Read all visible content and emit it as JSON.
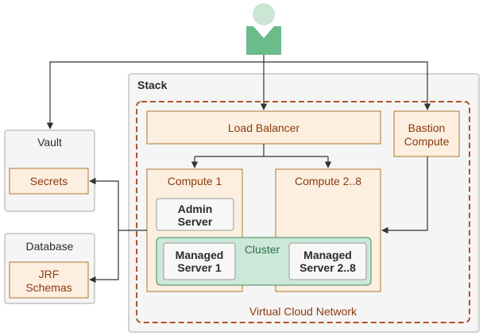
{
  "colors": {
    "panel_fill": "#f5f5f5",
    "panel_stroke": "#a9a9a9",
    "component_fill": "#fcefdf",
    "component_stroke": "#b0762f",
    "vcn_stroke": "#b2532a",
    "cluster_fill": "#cce8d8",
    "cluster_stroke": "#3f8a5e",
    "user_head": "#cbe6d5",
    "user_body": "#6cbb8b",
    "arrow": "#333333"
  },
  "icons": {
    "user": "user-icon"
  },
  "stack": {
    "label": "Stack"
  },
  "vcn": {
    "label": "Virtual Cloud Network"
  },
  "load_balancer": {
    "label": "Load Balancer"
  },
  "bastion": {
    "line1": "Bastion",
    "line2": "Compute"
  },
  "compute1": {
    "label": "Compute 1"
  },
  "compute2": {
    "label": "Compute 2..8"
  },
  "admin_server": {
    "line1": "Admin",
    "line2": "Server"
  },
  "cluster": {
    "label": "Cluster"
  },
  "managed1": {
    "line1": "Managed",
    "line2": "Server 1"
  },
  "managed2": {
    "line1": "Managed",
    "line2": "Server 2..8"
  },
  "vault": {
    "label": "Vault",
    "secrets": "Secrets"
  },
  "database": {
    "label": "Database",
    "jrf_line1": "JRF",
    "jrf_line2": "Schemas"
  }
}
